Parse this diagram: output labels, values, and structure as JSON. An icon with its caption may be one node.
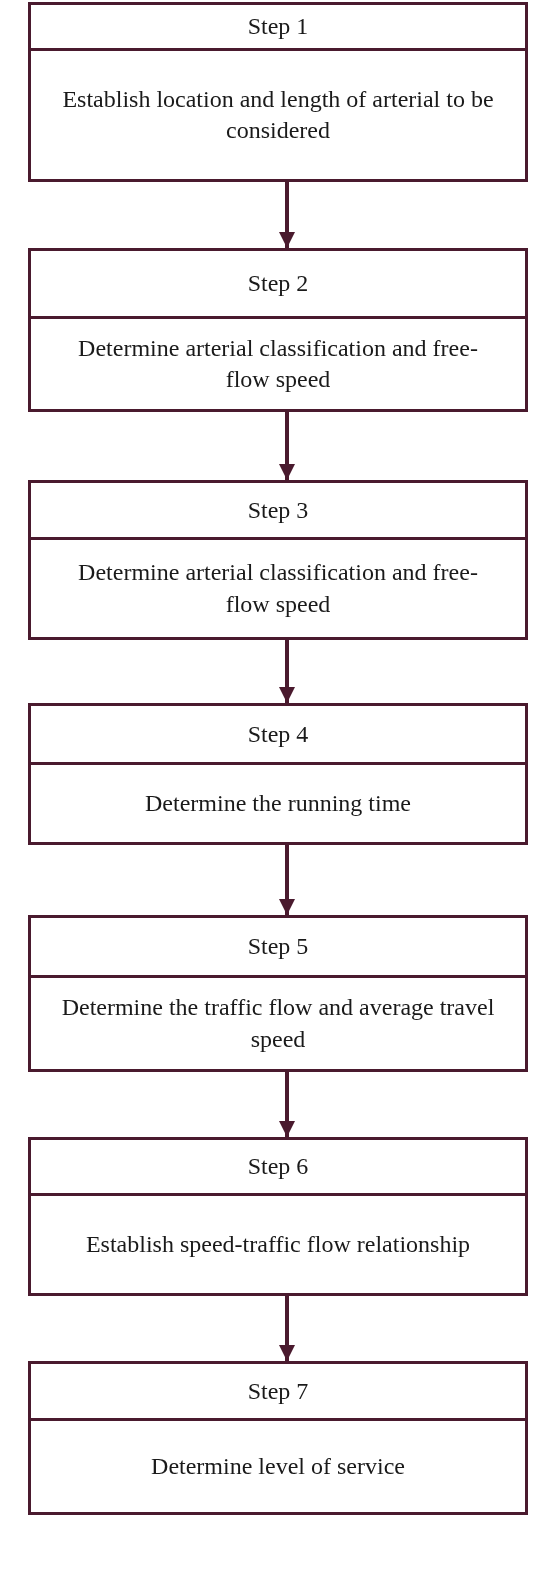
{
  "diagram": {
    "nodes": [
      {
        "text": [
          "Step 1",
          "Establish location and length of arterial to be considered"
        ]
      },
      {
        "text": [
          "Step 2",
          "Determine arterial classification and free-flow speed"
        ]
      },
      {
        "text": [
          "Step 3",
          "Determine arterial classification and free-flow speed"
        ]
      },
      {
        "text": [
          "Step 4",
          "Determine the running time"
        ]
      },
      {
        "text": [
          "Step 5",
          "Determine the traffic flow and average travel speed"
        ]
      },
      {
        "text": [
          "Step 6",
          "Establish speed-traffic flow relationship"
        ]
      },
      {
        "text": [
          "Step 7",
          "Determine level of service"
        ]
      }
    ],
    "edges": [
      {
        "from": 0,
        "to": 1,
        "arrow": "to"
      },
      {
        "from": 1,
        "to": 2,
        "arrow": "to"
      },
      {
        "from": 2,
        "to": 3,
        "arrow": "to"
      },
      {
        "from": 3,
        "to": 4,
        "arrow": "to"
      },
      {
        "from": 4,
        "to": 5,
        "arrow": "to"
      },
      {
        "from": 5,
        "to": 6,
        "arrow": "to"
      }
    ]
  }
}
